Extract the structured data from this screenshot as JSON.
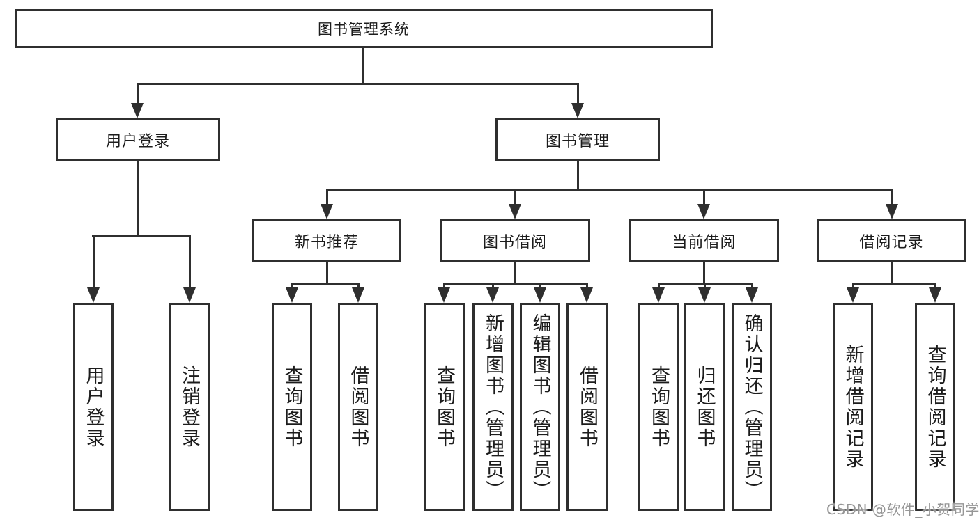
{
  "colors": {
    "background": "#ffffff",
    "border": "#2f2f2f",
    "line": "#2f2f2f",
    "text": "#1c1c1c",
    "watermark": "#969696"
  },
  "watermark": {
    "text": "CSDN @软件_小贺同学"
  },
  "nodes": {
    "root": {
      "label": "图书管理系统"
    },
    "user_login": {
      "label": "用户登录"
    },
    "book_mgmt": {
      "label": "图书管理"
    },
    "new_book_rec": {
      "label": "新书推荐"
    },
    "book_borrow": {
      "label": "图书借阅"
    },
    "current_borrow": {
      "label": "当前借阅"
    },
    "borrow_records": {
      "label": "借阅记录"
    },
    "leaf_user_login": {
      "label": "用户登录"
    },
    "leaf_logout": {
      "label": "注销登录"
    },
    "leaf_query_books_rec": {
      "label": "查询图书"
    },
    "leaf_borrow_books_rec": {
      "label": "借阅图书"
    },
    "leaf_query_books_borrow": {
      "label": "查询图书"
    },
    "leaf_add_books_admin": {
      "label": "新增图书（管理员）"
    },
    "leaf_edit_books_admin": {
      "label": "编辑图书（管理员）"
    },
    "leaf_borrow_books_borrow": {
      "label": "借阅图书"
    },
    "leaf_query_books_current": {
      "label": "查询图书"
    },
    "leaf_return_books": {
      "label": "归还图书"
    },
    "leaf_confirm_return_admin": {
      "label": "确认归还（管理员）"
    },
    "leaf_add_borrow_record": {
      "label": "新增借阅记录"
    },
    "leaf_query_borrow_record": {
      "label": "查询借阅记录"
    }
  }
}
